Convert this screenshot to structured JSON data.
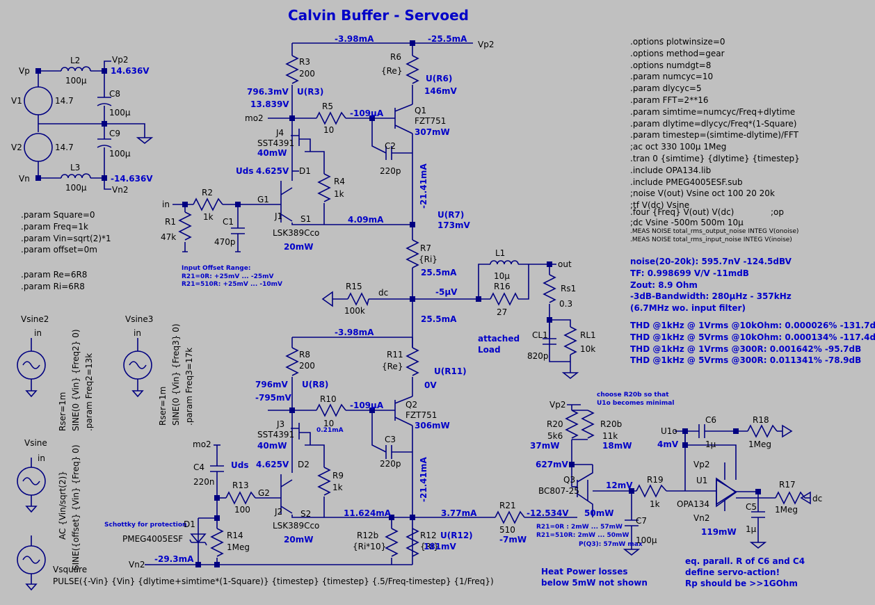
{
  "title": "Calvin Buffer - Servoed",
  "directives": [
    ".options plotwinsize=0",
    ".options method=gear",
    ".options numdgt=8",
    ".param numcyc=10",
    ".param dlycyc=5",
    ".param FFT=2**16",
    ".param simtime=numcyc/Freq+dlytime",
    ".param dlytime=dlycyc/Freq*(1-Square)",
    ".param timestep=(simtime-dlytime)/FFT",
    ";ac oct 330 100µ 1Meg",
    ".tran 0 {simtime} {dlytime} {timestep}",
    ".include OPA134.lib",
    ".include PMEG4005ESF.sub",
    ";noise V(out) Vsine oct 100 20 20k",
    ";tf V(dc) Vsine",
    ".four {Freq} V(out) V(dc)",
    ";op",
    ";dc Vsine -500m 500m 10µ"
  ],
  "meas": [
    ".MEAS NOISE total_rms_output_noise INTEG V(onoise)",
    ".MEAS NOISE total_rms_input_noise INTEG V(inoise)"
  ],
  "params": [
    ".param Square=0",
    ".param Freq=1k",
    ".param Vin=sqrt(2)*1",
    ".param offset=0m",
    ".param Re=6R8",
    ".param Ri=6R8"
  ],
  "results": [
    "noise(20-20k): 595.7nV  -124.5dBV",
    "TF:  0.998699 V/V  -11mdB",
    "Zout:  8.9 Ohm",
    "-3dB-Bandwidth: 280µHz - 357kHz",
    "(6.7MHz wo. input filter)",
    "THD @1kHz @ 1Vrms @10kOhm: 0.000026% -131.7dB",
    "THD @1kHz @ 5Vrms @10kOhm: 0.000134% -117.4dB",
    "THD @1kHz @ 1Vrms @300R: 0.001642% -95.7dB",
    "THD @1kHz @ 5Vrms @300R: 0.011341% -78.9dB"
  ],
  "notes": {
    "offset_title": "Input Offset Range:",
    "offset_1": "R21=0R:     +25mV ... -25mV",
    "offset_2": "R21=510R:  +25mV ... -10mV",
    "schottky": "Schottky for protection",
    "choose_r20b_1": "choose R20b so that",
    "choose_r20b_2": "U1o becomes minimal",
    "r21_1": "R21=0R    : 2mW ... 57mW",
    "r21_2": "R21=510R: 2mW ... 50mW",
    "pq3": "P(Q3): 57mW max",
    "heat_1": "Heat Power losses",
    "heat_2": "below 5mW not shown",
    "servo_1": "eq. parall. R of C6 and C4",
    "servo_2": "define servo-action!",
    "servo_3": "Rp should be >>1GOhm",
    "attached_1": "attached",
    "attached_2": "Load",
    "r10_current": "0.21mA"
  },
  "sources": {
    "vsine2_name": "Vsine2",
    "vsine2_value": "SINE(0 {Vin} {Freq2} 0)",
    "vsine2_rser": "Rser=1m",
    "vsine2_param": ".param Freq2=13k",
    "vsine3_name": "Vsine3",
    "vsine3_value": "SINE(0 {Vin} {Freq3} 0)",
    "vsine3_rser": "Rser=1m",
    "vsine3_param": ".param Freq3=17k",
    "vsine_name": "Vsine",
    "vsine_ac": "AC {Vin/sqrt(2)}",
    "vsine_value": "SINE({offset} {Vin} {Freq} 0)",
    "vsquare_name": "Vsquare",
    "vsquare_pulse": "PULSE({-Vin} {Vin} {dlytime+simtime*(1-Square)} {timestep} {timestep} {.5/Freq-timestep} {1/Freq})",
    "in_label": "in"
  },
  "supply": {
    "vp": "Vp",
    "vn": "Vn",
    "vp2": "Vp2",
    "vn2": "Vn2",
    "v1": "V1",
    "v1_value": "14.7",
    "v2": "V2",
    "v2_value": "14.7",
    "l2": "L2",
    "l2_value": "100µ",
    "l3": "L3",
    "l3_value": "100µ",
    "c8": "C8",
    "c8_value": "100µ",
    "c9": "C9",
    "c9_value": "100µ",
    "vp2_volt": "14.636V",
    "vn2_volt": "-14.636V"
  },
  "components": {
    "r1": "R1",
    "r1_value": "47k",
    "r2": "R2",
    "r2_value": "1k",
    "c1": "C1",
    "c1_value": "470p",
    "r3": "R3",
    "r3_value": "200",
    "r4": "R4",
    "r4_value": "1k",
    "r5": "R5",
    "r5_value": "10",
    "r6": "R6",
    "r6_value": "{Re}",
    "r7": "R7",
    "r7_value": "{Ri}",
    "r8": "R8",
    "r8_value": "200",
    "r9": "R9",
    "r9_value": "1k",
    "r10": "R10",
    "r10_value": "10",
    "r11": "R11",
    "r11_value": "{Re}",
    "r12": "R12",
    "r12_value": "{Ri}",
    "r12b": "R12b",
    "r12b_value": "{Ri*10}",
    "r13": "R13",
    "r13_value": "100",
    "r14": "R14",
    "r14_value": "1Meg",
    "r15": "R15",
    "r15_value": "100k",
    "r16": "R16",
    "r16_value": "27",
    "r17": "R17",
    "r17_value": "1Meg",
    "r18": "R18",
    "r18_value": "1Meg",
    "r19": "R19",
    "r19_value": "1k",
    "r20": "R20",
    "r20_value": "5k6",
    "r20b": "R20b",
    "r20b_value": "11k",
    "r21": "R21",
    "r21_value": "510",
    "rs1": "Rs1",
    "rs1_value": "0.3",
    "rl1": "RL1",
    "rl1_value": "10k",
    "c2": "C2",
    "c2_value": "220p",
    "c3": "C3",
    "c3_value": "220p",
    "c4": "C4",
    "c4_value": "220n",
    "c5": "C5",
    "c5_value": "1µ",
    "c6": "C6",
    "c6_value": "1µ",
    "c7": "C7",
    "c7_value": "100µ",
    "cl1": "CL1",
    "cl1_value": "820p",
    "l1": "L1",
    "l1_value": "10µ",
    "q1": "Q1",
    "q1_value": "FZT751",
    "q2": "Q2",
    "q2_value": "FZT751",
    "q3": "Q3",
    "q3_value": "BC807-25",
    "j1": "J1",
    "j1_value": "LSK389Cco",
    "j2": "J2",
    "j2_value": "LSK389Cco",
    "j3": "J3",
    "j3_value": "SST4391",
    "j4": "J4",
    "j4_value": "SST4391",
    "d1": "D1",
    "d1_value": "PMEG4005ESF",
    "u1": "U1",
    "u1_value": "OPA134",
    "d1_node": "D1",
    "d2_node": "D2",
    "g1": "G1",
    "g2": "G2",
    "s1": "S1",
    "s2": "S2",
    "mo2": "mo2",
    "mo2b": "mo2",
    "uds": "Uds",
    "uds2": "Uds",
    "net_in": "in",
    "net_dc": "dc",
    "net_dc2": "dc",
    "net_out": "out",
    "net_vp2": "Vp2",
    "net_vp2b": "Vp2",
    "net_vp2c": "Vp2",
    "net_vn2b": "Vn2",
    "net_vn2c": "Vn2",
    "net_u1o": "U1o"
  },
  "annotations": {
    "i_top_r3": "-3.98mA",
    "i_top_r6": "-25.5mA",
    "u_r3": "796.3mV",
    "u_r3_lbl": "U(R3)",
    "v_13839": "13.839V",
    "i_r5": "-109µA",
    "u_r6": "U(R6)",
    "v_146": "146mV",
    "p_q1": "307mW",
    "p_j4": "40mW",
    "uds_v": "4.625V",
    "i_21_41": "-21.41mA",
    "i_409": "4.09mA",
    "u_r7": "U(R7)",
    "v_173": "173mV",
    "p_j1": "20mW",
    "i_255a": "25.5mA",
    "v_5u": "-5µV",
    "i_255b": "25.5mA",
    "i_398b": "-3.98mA",
    "u_r8": "U(R8)",
    "v_796": "796mV",
    "v_795": "-795mV",
    "i_r10": "-109µA",
    "u_r11": "U(R11)",
    "v_0": "0V",
    "p_q2": "306mW",
    "p_j3": "40mW",
    "uds_v2": "4.625V",
    "i_21_41b": "-21.41mA",
    "i_11624": "11.624mA",
    "i_377": "3.77mA",
    "v_12534": "-12.534V",
    "p_r21": "-7mW",
    "u_r12": "U(R12)",
    "v_181": "181mV",
    "p_j2": "20mW",
    "i_293": "-29.3mA",
    "p_r20": "37mW",
    "p_r20b": "18mW",
    "v_627": "627mV",
    "v_12": "12mV",
    "p_q3": "50mW",
    "v_4": "4mV",
    "p_u1": "119mW"
  }
}
